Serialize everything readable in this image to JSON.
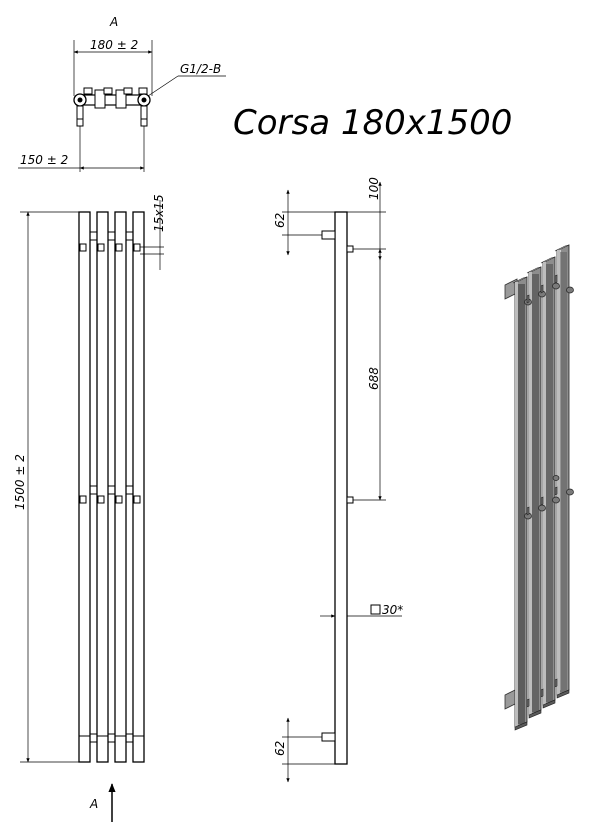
{
  "title": "Corsa 180x1500",
  "view_marker": "A",
  "dimensions": {
    "top_width": "180 ± 2",
    "thread": "G1/2-B",
    "pipe_spacing": "150 ± 2",
    "connector_size": "15x15",
    "height": "1500 ± 2",
    "top_offset": "100",
    "top_connector": "62",
    "bracket_spacing": "688",
    "profile": "30*",
    "bottom_connector": "62"
  }
}
